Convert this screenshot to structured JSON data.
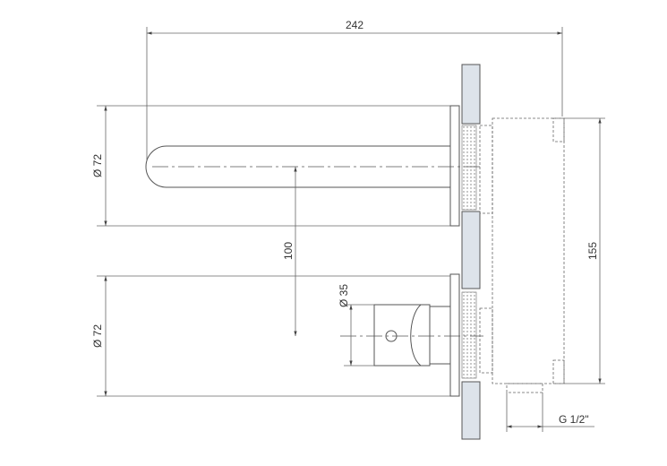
{
  "dimensions": {
    "overall_length": "242",
    "spout_diameter": "Ø 72",
    "spacing": "100",
    "handle_diameter": "Ø 35",
    "control_diameter": "Ø 72",
    "box_height": "155",
    "thread": "G 1/2\""
  }
}
